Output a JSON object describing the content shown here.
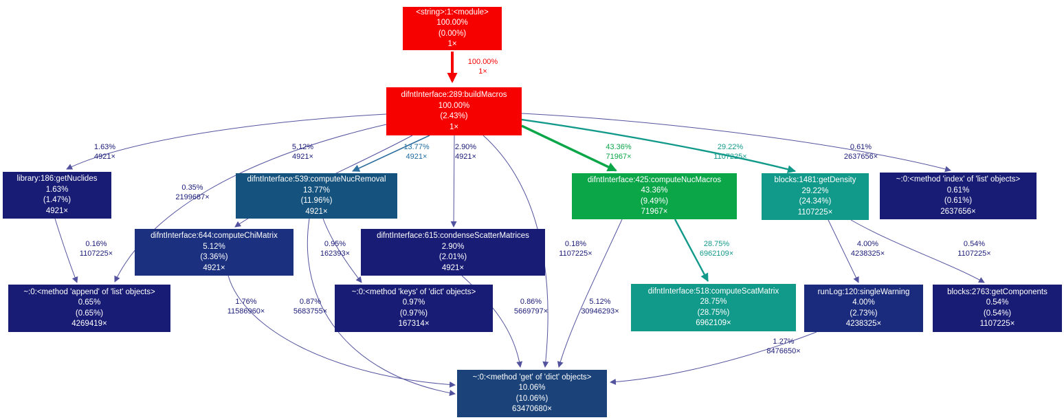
{
  "diagram": {
    "type": "profiler-call-graph",
    "colors": {
      "hot_red": "#f70000",
      "green_43pct": "#0aa648",
      "teal_29pct": "#11998a",
      "steel_14pct": "#15537e",
      "navy_low": "#181c75",
      "blue_10pct": "#1b4379",
      "edge_default": "#52529e"
    },
    "nodes": {
      "module": {
        "title": "<string>:1:<module>",
        "total": "100.00%",
        "self": "(0.00%)",
        "calls": "1×"
      },
      "build_macros": {
        "title": "difntInterface:289:buildMacros",
        "total": "100.00%",
        "self": "(2.43%)",
        "calls": "1×"
      },
      "get_nuclides": {
        "title": "library:186:getNuclides",
        "total": "1.63%",
        "self": "(1.47%)",
        "calls": "4921×"
      },
      "nuc_removal": {
        "title": "difntInterface:539:computeNucRemoval",
        "total": "13.77%",
        "self": "(11.96%)",
        "calls": "4921×"
      },
      "chi_matrix": {
        "title": "difntInterface:644:computeChiMatrix",
        "total": "5.12%",
        "self": "(3.36%)",
        "calls": "4921×"
      },
      "condense": {
        "title": "difntInterface:615:condenseScatterMatrices",
        "total": "2.90%",
        "self": "(2.01%)",
        "calls": "4921×"
      },
      "nuc_macros": {
        "title": "difntInterface:425:computeNucMacros",
        "total": "43.36%",
        "self": "(9.49%)",
        "calls": "71967×"
      },
      "get_density": {
        "title": "blocks:1481:getDensity",
        "total": "29.22%",
        "self": "(24.34%)",
        "calls": "1107225×"
      },
      "list_index": {
        "title": "~:0:<method 'index' of 'list' objects>",
        "total": "0.61%",
        "self": "(0.61%)",
        "calls": "2637656×"
      },
      "list_append": {
        "title": "~:0:<method 'append' of 'list' objects>",
        "total": "0.65%",
        "self": "(0.65%)",
        "calls": "4269419×"
      },
      "dict_keys": {
        "title": "~:0:<method 'keys' of 'dict' objects>",
        "total": "0.97%",
        "self": "(0.97%)",
        "calls": "167314×"
      },
      "scat_matrix": {
        "title": "difntInterface:518:computeScatMatrix",
        "total": "28.75%",
        "self": "(28.75%)",
        "calls": "6962109×"
      },
      "single_warning": {
        "title": "runLog:120:singleWarning",
        "total": "4.00%",
        "self": "(2.73%)",
        "calls": "4238325×"
      },
      "get_components": {
        "title": "blocks:2763:getComponents",
        "total": "0.54%",
        "self": "(0.54%)",
        "calls": "1107225×"
      },
      "dict_get": {
        "title": "~:0:<method 'get' of 'dict' objects>",
        "total": "10.06%",
        "self": "(10.06%)",
        "calls": "63470680×"
      }
    },
    "edge_labels": {
      "module_to_build": {
        "pct": "100.00%",
        "calls": "1×"
      },
      "build_to_nuclides": {
        "pct": "1.63%",
        "calls": "4921×"
      },
      "build_to_append": {
        "pct": "0.35%",
        "calls": "2199687×"
      },
      "build_to_chi": {
        "pct": "5.12%",
        "calls": "4921×"
      },
      "build_to_removal": {
        "pct": "13.77%",
        "calls": "4921×"
      },
      "build_to_condense": {
        "pct": "2.90%",
        "calls": "4921×"
      },
      "build_to_macros": {
        "pct": "43.36%",
        "calls": "71967×"
      },
      "build_to_density": {
        "pct": "29.22%",
        "calls": "1107225×"
      },
      "build_to_index": {
        "pct": "0.61%",
        "calls": "2637656×"
      },
      "build_to_get": {
        "pct": "0.18%",
        "calls": "1107225×"
      },
      "nuclides_to_append": {
        "pct": "0.16%",
        "calls": "1107225×"
      },
      "removal_to_keys": {
        "pct": "0.95%",
        "calls": "162393×"
      },
      "removal_to_get": {
        "pct": "0.87%",
        "calls": "5683755×"
      },
      "chi_to_get": {
        "pct": "1.76%",
        "calls": "11586960×"
      },
      "condense_to_get": {
        "pct": "0.86%",
        "calls": "5669797×"
      },
      "macros_to_scat": {
        "pct": "28.75%",
        "calls": "6962109×"
      },
      "macros_to_get": {
        "pct": "5.12%",
        "calls": "30946293×"
      },
      "density_to_warning": {
        "pct": "4.00%",
        "calls": "4238325×"
      },
      "density_to_components": {
        "pct": "0.54%",
        "calls": "1107225×"
      },
      "warning_to_get": {
        "pct": "1.27%",
        "calls": "8476650×"
      }
    }
  }
}
